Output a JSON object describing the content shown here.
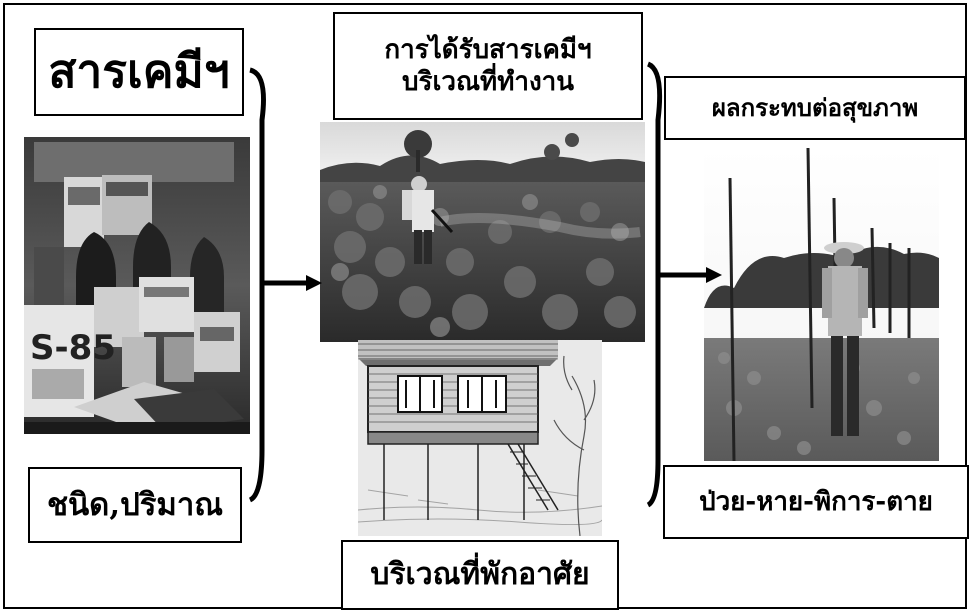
{
  "chemicals": {
    "title": "สารเคมีฯ",
    "type_amount": "ชนิด,ปริมาณ",
    "product_label": "S-85"
  },
  "exposure": {
    "title_line1": "การได้รับสารเคมีฯ",
    "title_line2": "บริเวณที่ทำงาน",
    "residence": "บริเวณที่พักอาศัย"
  },
  "health": {
    "title": "ผลกระทบต่อสุขภาพ",
    "outcome": "ป่วย-หาย-พิการ-ตาย"
  }
}
